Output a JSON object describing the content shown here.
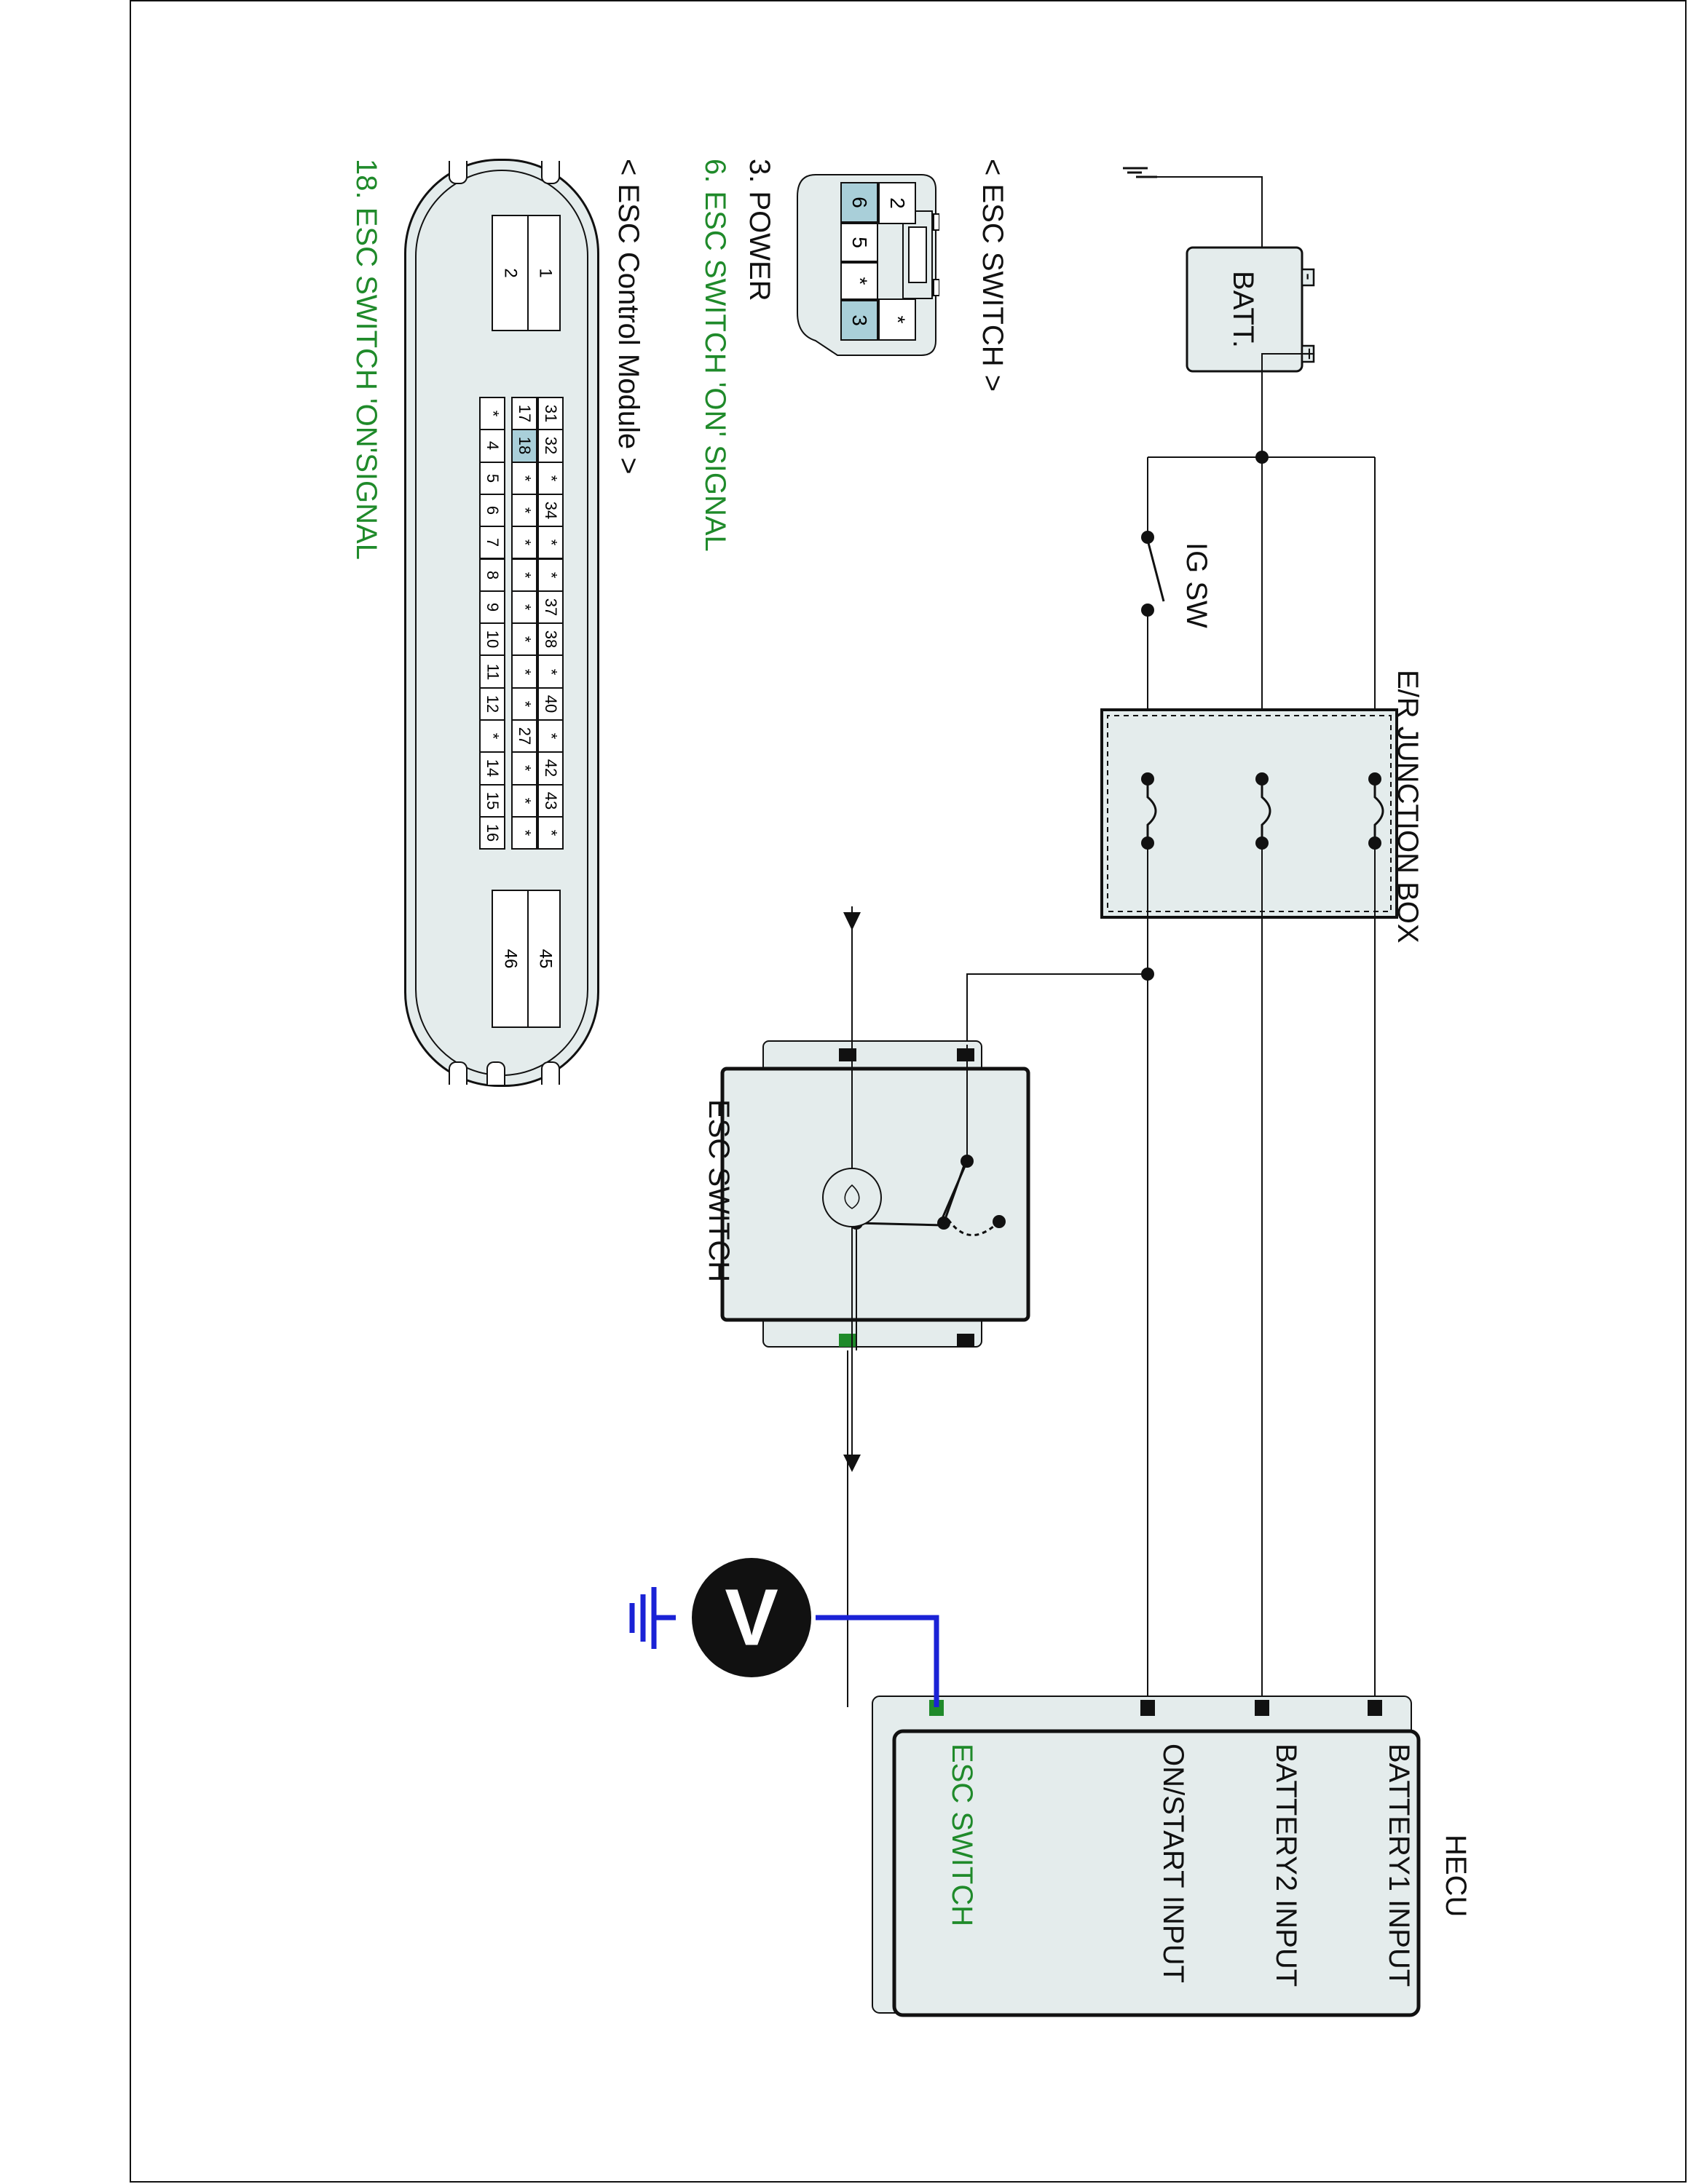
{
  "labels": {
    "battery": "BATT.",
    "battery_plus": "+",
    "battery_minus": "-",
    "ig_switch": "IG SW",
    "junction_box": "E/R JUNCTION BOX",
    "esc_switch_component": "ESC SWITCH",
    "hecu_title": "HECU",
    "voltmeter": "V"
  },
  "hecu_inputs": [
    "BATTERY1 INPUT",
    "BATTERY2 INPUT",
    "ON/START INPUT",
    "ESC SWITCH"
  ],
  "esc_switch_connector": {
    "title": "< ESC SWITCH >",
    "pins_top": [
      "2",
      "",
      "*"
    ],
    "pins_bottom": [
      "6",
      "5",
      "*",
      "3"
    ],
    "highlighted": [
      "6",
      "3"
    ],
    "legend": [
      {
        "text": "3. POWER",
        "color": "#111111"
      },
      {
        "text": "6. ESC SWITCH 'ON' SIGNAL",
        "color": "#1f8a2a"
      }
    ]
  },
  "ecm_connector": {
    "title": "< ESC Control Module >",
    "legend": {
      "text": "18. ESC SWITCH 'ON'SIGNAL",
      "color": "#1f8a2a"
    },
    "left_block": [
      "1",
      "2"
    ],
    "right_block": [
      "45",
      "46"
    ],
    "row1": [
      "31",
      "32",
      "*",
      "34",
      "*",
      "*",
      "37",
      "38",
      "*",
      "40",
      "*",
      "42",
      "43",
      "*"
    ],
    "row2": [
      "17",
      "18",
      "*",
      "*",
      "*",
      "*",
      "*",
      "*",
      "*",
      "*",
      "27",
      "*",
      "*",
      "*"
    ],
    "row3": [
      "*",
      "4",
      "5",
      "6",
      "7",
      "8",
      "9",
      "10",
      "11",
      "12",
      "*",
      "14",
      "15",
      "16"
    ],
    "highlighted_pin": "18"
  },
  "colors": {
    "signal_green": "#1f8a2a",
    "meter_blue": "#1a22d6",
    "panel_fill": "#e4ecec",
    "pin_highlight": "#a9cfd9"
  }
}
